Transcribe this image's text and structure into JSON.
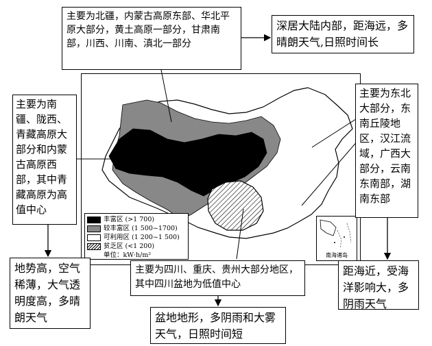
{
  "boxes": {
    "north_regions": "主要为北疆，内蒙古高原东部、华北平原大部分，黄土高原一部分，甘肃南部，川西、川南、滇北一部分",
    "north_reason": "深居大陆内部，距海远，多晴朗天气,日照时间长",
    "west_regions": "主要为南疆、陇西、青藏高原大部分和内蒙古高原西部，其中青藏高原为高值中心",
    "west_reason": "地势高，空气稀薄，大气透明度高，多晴朗天气",
    "east_regions": "主要为东北大部分，东南丘陵地区，汉江流域，广西大部分，云南东南部，湖南东部",
    "east_reason": "距海近，受海洋影响大，多阴雨天气",
    "sichuan_regions": "主要为四川、重庆、贵州大部分地区，其中四川盆地为低值中心",
    "sichuan_reason": "盆地地形，多阴雨和大雾天气，日照时间短"
  },
  "legend": {
    "rich": "丰富区 (>1 700)",
    "more_rich": "较丰富区 (1 500~1700)",
    "usable": "可利用区 (1 200~1 500)",
    "poor": "贫乏区 (<1 200)",
    "unit": "单位：kW·h/m²"
  },
  "inset_label": "南海诸岛",
  "colors": {
    "rich": "#000000",
    "more_rich": "#888888",
    "usable": "#ffffff",
    "poor": "hatched"
  }
}
